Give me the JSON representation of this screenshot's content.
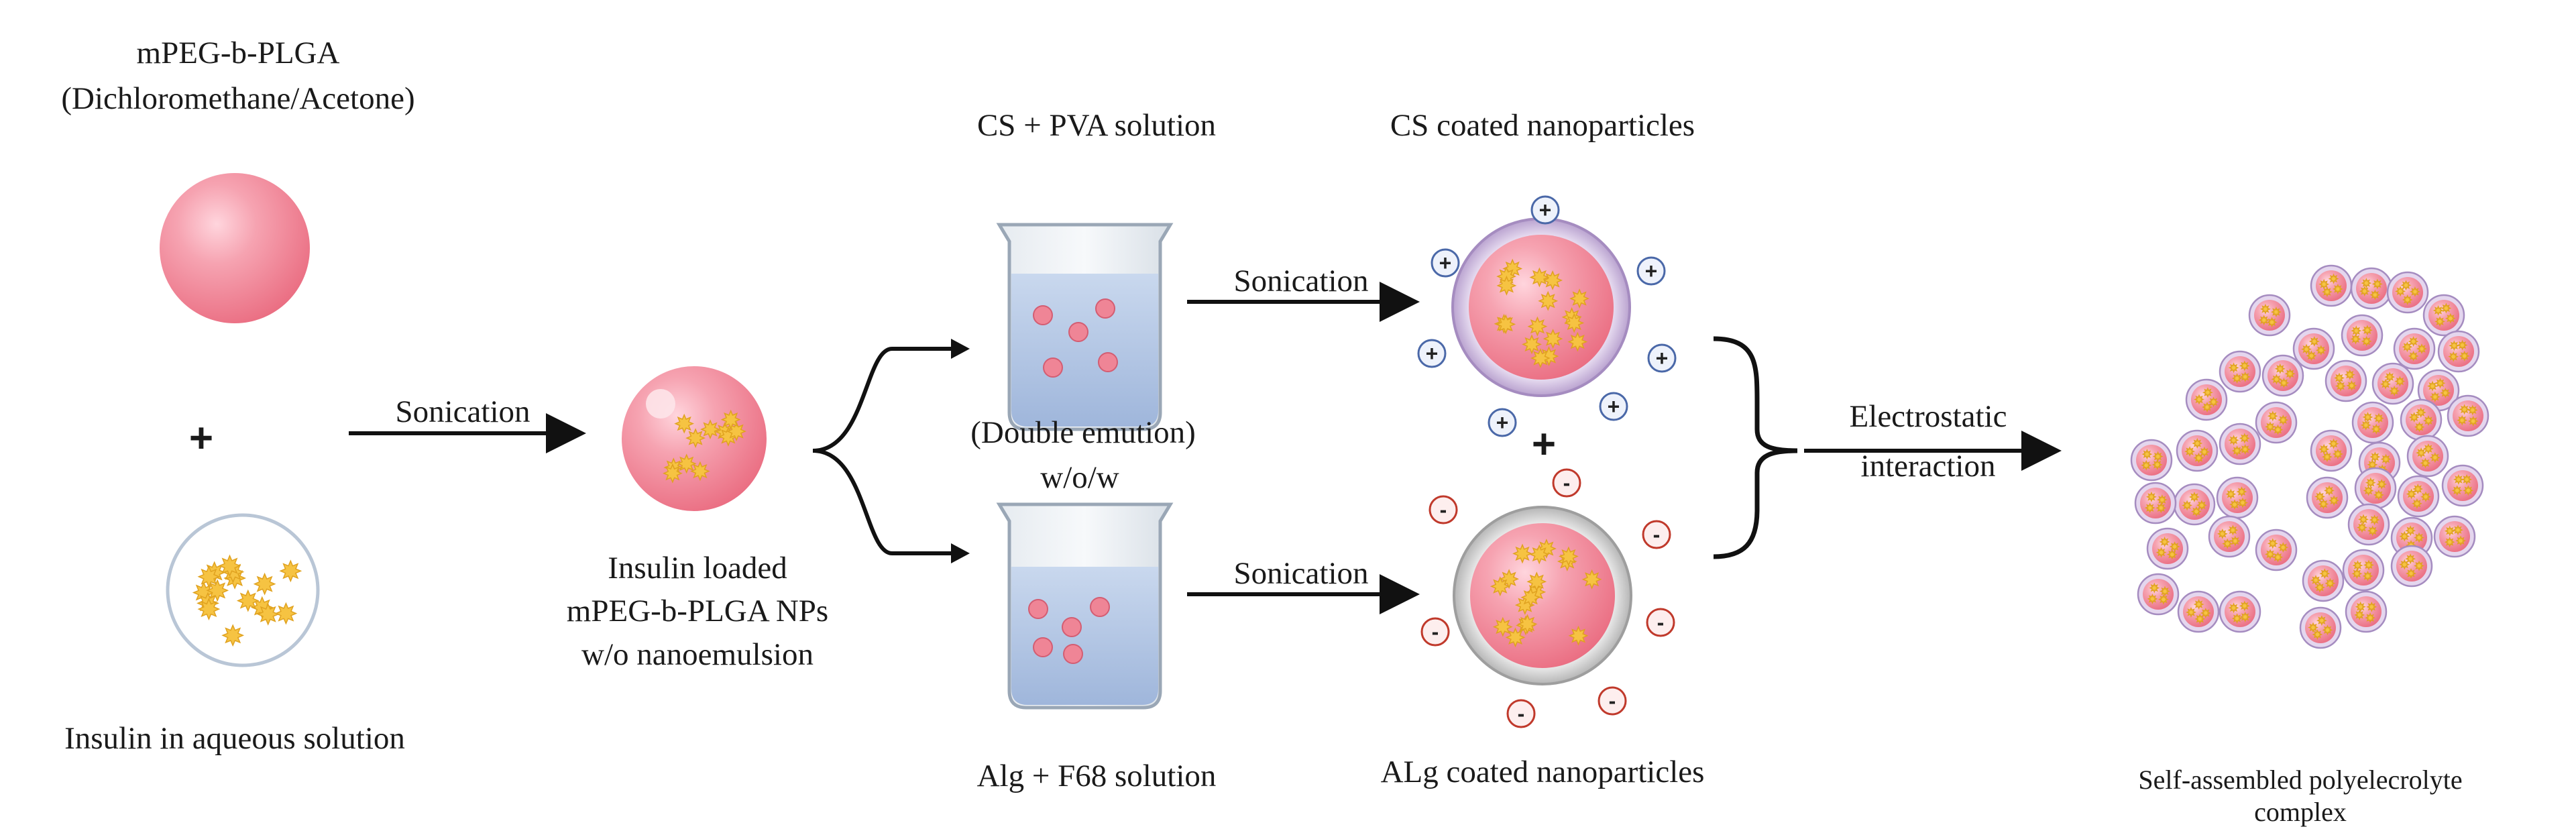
{
  "labels": {
    "polymer_title": "mPEG-b-PLGA",
    "polymer_solvent": "(Dichloromethane/Acetone)",
    "plus_left": "+",
    "insulin_solution": "Insulin in aqueous solution",
    "sonication_1": "Sonication",
    "np_line1": "Insulin loaded",
    "np_line2": "mPEG-b-PLGA NPs",
    "np_line3": "w/o nanoemulsion",
    "cs_solution": "CS + PVA solution",
    "double_emulsion": "(Double emution)",
    "wow": "w/o/w",
    "alg_solution": "Alg + F68 solution",
    "sonication_2": "Sonication",
    "sonication_3": "Sonication",
    "cs_coated": "CS coated nanoparticles",
    "plus_middle": "+",
    "alg_coated": "ALg coated nanoparticles",
    "electrostatic_1": "Electrostatic",
    "electrostatic_2": "interaction",
    "complex_1": "Self-assembled polyelecrolyte",
    "complex_2": "complex"
  },
  "charges": {
    "positive": "+",
    "negative": "-"
  },
  "colors": {
    "sphere_pink": "#f2899a",
    "sphere_highlight": "#fde4e9",
    "insulin_yellow": "#f6c342",
    "cs_shell": "#cdb9dc",
    "alg_shell": "#cfcfcf",
    "beaker_liquid": "#b6cbe8",
    "positive_ring": "#4a68a8",
    "negative_ring": "#c0392b",
    "arrow": "#111111"
  }
}
